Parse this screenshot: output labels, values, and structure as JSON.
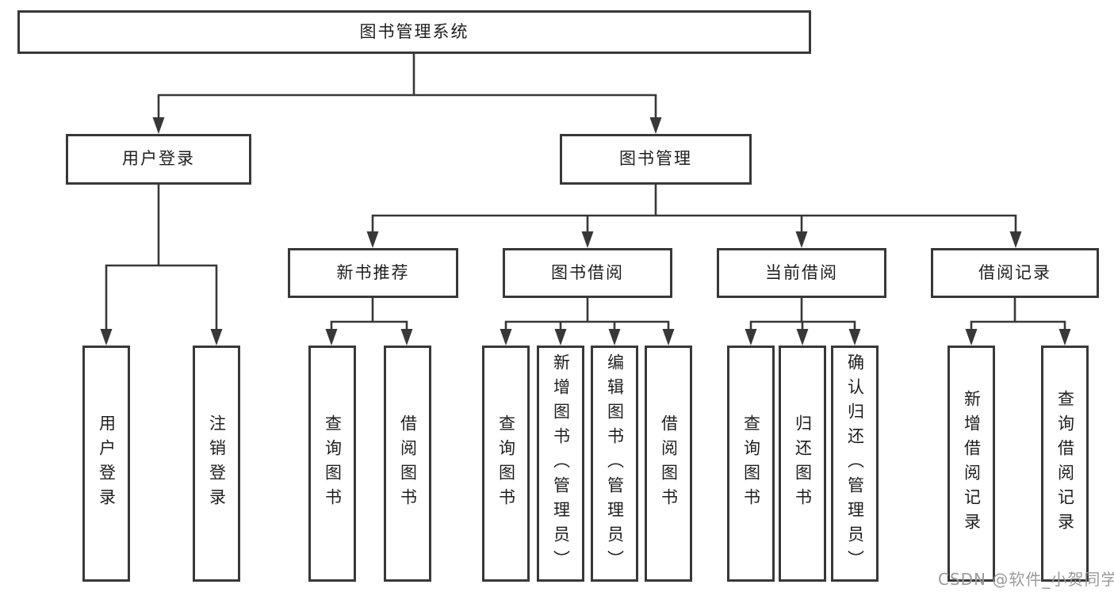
{
  "diagram": {
    "title": "图书管理系统",
    "colors": {
      "line": "#383838",
      "text": "#1e1e1e",
      "box_background": "#ffffff",
      "watermark": "#9a9a9a"
    },
    "nodes": {
      "root": {
        "label": "图书管理系统"
      },
      "level2": [
        {
          "label": "用户登录"
        },
        {
          "label": "图书管理"
        }
      ],
      "level3": [
        {
          "label": "新书推荐"
        },
        {
          "label": "图书借阅"
        },
        {
          "label": "当前借阅"
        },
        {
          "label": "借阅记录"
        }
      ],
      "leaves": {
        "user_login": [
          {
            "label": "用户登录"
          },
          {
            "label": "注销登录"
          }
        ],
        "new_book_recommend": [
          {
            "label": "查询图书"
          },
          {
            "label": "借阅图书"
          }
        ],
        "book_borrowing": [
          {
            "label": "查询图书"
          },
          {
            "label": "新增图书（管理员）"
          },
          {
            "label": "编辑图书（管理员）"
          },
          {
            "label": "借阅图书"
          }
        ],
        "current_borrowing": [
          {
            "label": "查询图书"
          },
          {
            "label": "归还图书"
          },
          {
            "label": "确认归还（管理员）"
          }
        ],
        "borrowing_records": [
          {
            "label": "新增借阅记录"
          },
          {
            "label": "查询借阅记录"
          }
        ]
      }
    }
  },
  "watermark": {
    "text": "CSDN @软件_小贺同学"
  }
}
